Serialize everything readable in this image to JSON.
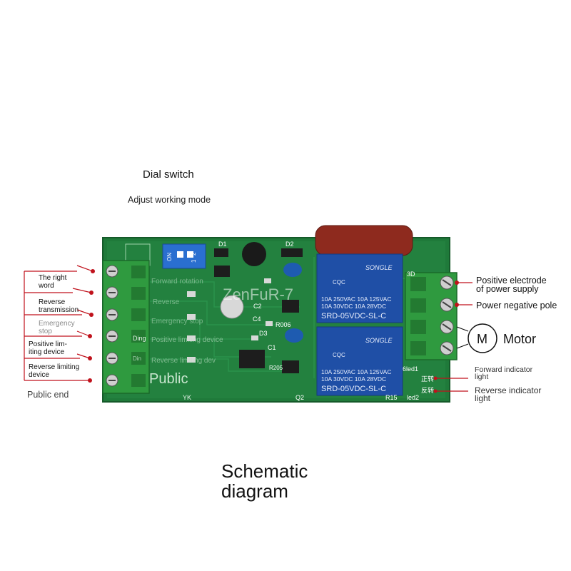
{
  "dial": {
    "title": "Dial switch",
    "subtitle": "Adjust working mode",
    "on": "ON",
    "n1": "1",
    "n2": "2"
  },
  "left_labels": [
    {
      "line1": "The right",
      "line2": "word"
    },
    {
      "line1": "Reverse",
      "line2": "transmission"
    },
    {
      "line1": "Emergency",
      "line2": "stop"
    },
    {
      "line1": "Positive lim-",
      "line2": "iting device"
    },
    {
      "line1": "Reverse limiting",
      "line2": "device"
    }
  ],
  "public_end": "Public end",
  "board": {
    "watermark": "ZenFuR-7",
    "public": "Public",
    "yk": "YK",
    "ding1": "Ding",
    "ding2": "Din",
    "silk": [
      "Forward rotation",
      "Reverse",
      "Emergency stop",
      "Positive limiting device",
      "Reverse limiting dev"
    ],
    "labels": [
      "D1",
      "D2",
      "3D",
      "C2",
      "C4",
      "D3",
      "R006",
      "C1",
      "R205",
      "Q2",
      "R15",
      "6led1",
      "led2"
    ],
    "relay": {
      "brand": "SONGLE",
      "rating1": "10A 250VAC  10A 125VAC",
      "rating2": "10A  30VDC  10A  28VDC",
      "model": "SRD-05VDC-SL-C",
      "cqc": "CQC"
    },
    "cn_forward": "正转",
    "cn_reverse": "反转"
  },
  "right_labels": {
    "pos_line1": "Positive electrode",
    "pos_line2": "of power supply",
    "neg": "Power negative pole",
    "motor_symbol": "M",
    "motor": "Motor",
    "fwd_line1": "Forward indicator",
    "fwd_line2": "light",
    "rev_line1": "Reverse indicator",
    "rev_line2": "light"
  },
  "footer": {
    "line1": "Schematic",
    "line2": "diagram"
  },
  "colors": {
    "pcb": "#1f7a3a",
    "terminal": "#2f9a3f",
    "relay": "#1f4fa6",
    "capacitor": "#8e2a1e",
    "leader": "#c0121c"
  }
}
